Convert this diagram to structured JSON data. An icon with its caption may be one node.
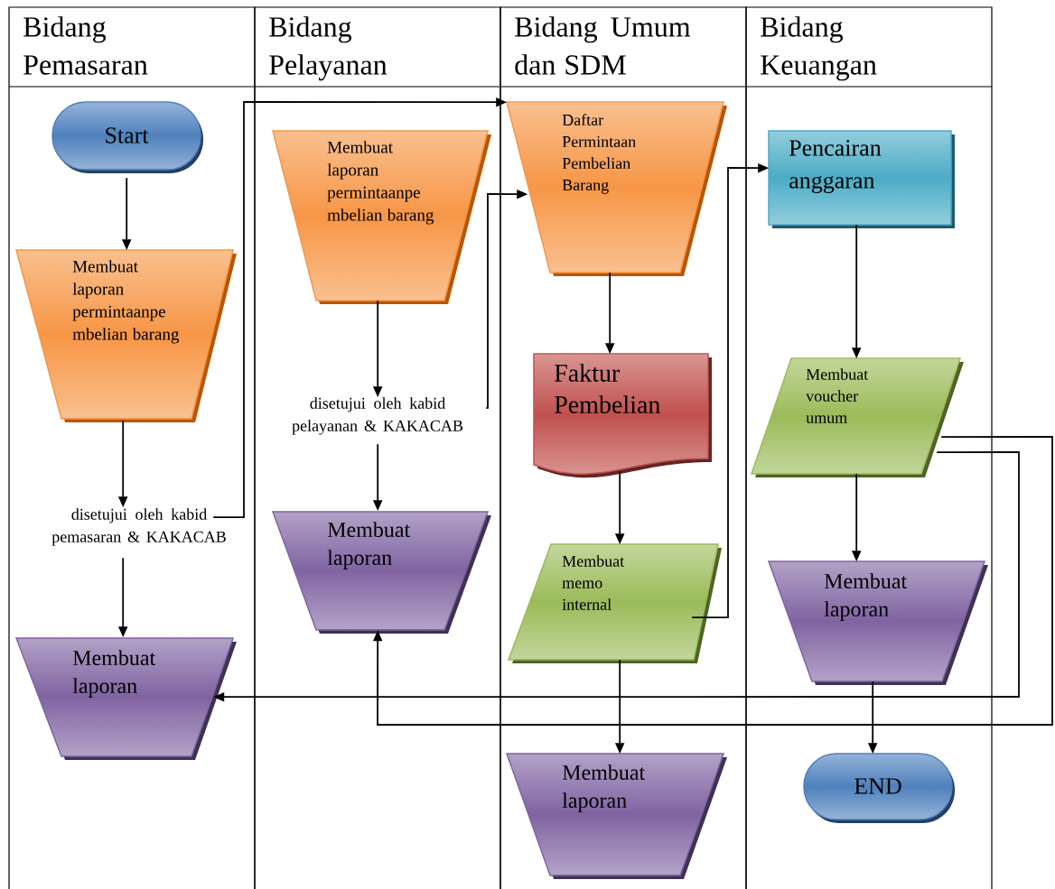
{
  "diagram": {
    "nodes": [
      {
        "text": [
          "Bidang Pemasaran"
        ]
      },
      {
        "text": [
          "Bidang Pelayanan"
        ]
      },
      {
        "text": [
          "Bidang Umum dan SDM"
        ]
      },
      {
        "text": [
          "Bidang Keuangan"
        ]
      },
      {
        "text": [
          "Start"
        ],
        "in": 0
      },
      {
        "text": [
          "Membuat laporan permintaanpe mbelian barang"
        ],
        "in": 0
      },
      {
        "text": [
          "disetujui oleh kabid pemasaran & KAKACAB"
        ],
        "in": 0
      },
      {
        "text": [
          "Membuat laporan"
        ],
        "in": 0
      },
      {
        "text": [
          "Membuat laporan permintaanpe mbelian barang"
        ],
        "in": 1
      },
      {
        "text": [
          "disetujui oleh kabid pelayanan & KAKACAB"
        ],
        "in": 1
      },
      {
        "text": [
          "Membuat laporan"
        ],
        "in": 1
      },
      {
        "text": [
          "Daftar Permintaan Pembelian Barang"
        ],
        "in": 2
      },
      {
        "text": [
          "Faktur Pembelian"
        ],
        "in": 2
      },
      {
        "text": [
          "Membuat memo internal"
        ],
        "in": 2
      },
      {
        "text": [
          "Membuat laporan"
        ],
        "in": 2
      },
      {
        "text": [
          "Pencairan anggaran"
        ],
        "in": 3
      },
      {
        "text": [
          "Membuat voucher umum"
        ],
        "in": 3
      },
      {
        "text": [
          "Membuat laporan"
        ],
        "in": 3
      },
      {
        "text": [
          "END"
        ],
        "in": 3
      }
    ],
    "edges": [
      {
        "from": 4,
        "to": 5,
        "arrow": "to"
      },
      {
        "from": 5,
        "to": 6,
        "arrow": "to"
      },
      {
        "from": 6,
        "to": 7,
        "arrow": "to"
      },
      {
        "from": 6,
        "to": 11,
        "arrow": "to"
      },
      {
        "from": 8,
        "to": 9,
        "arrow": "to"
      },
      {
        "from": 9,
        "to": 10,
        "arrow": "to"
      },
      {
        "from": 9,
        "to": 11,
        "arrow": "to"
      },
      {
        "from": 11,
        "to": 12,
        "arrow": "to"
      },
      {
        "from": 12,
        "to": 13,
        "arrow": "to"
      },
      {
        "from": 13,
        "to": 14,
        "arrow": "to"
      },
      {
        "from": 13,
        "to": 15,
        "arrow": "to"
      },
      {
        "from": 15,
        "to": 16,
        "arrow": "to"
      },
      {
        "from": 16,
        "to": 17,
        "arrow": "to"
      },
      {
        "from": 16,
        "to": 10,
        "arrow": "to"
      },
      {
        "from": 16,
        "to": 7,
        "arrow": "to"
      },
      {
        "from": 17,
        "to": 18,
        "arrow": "to"
      }
    ]
  }
}
